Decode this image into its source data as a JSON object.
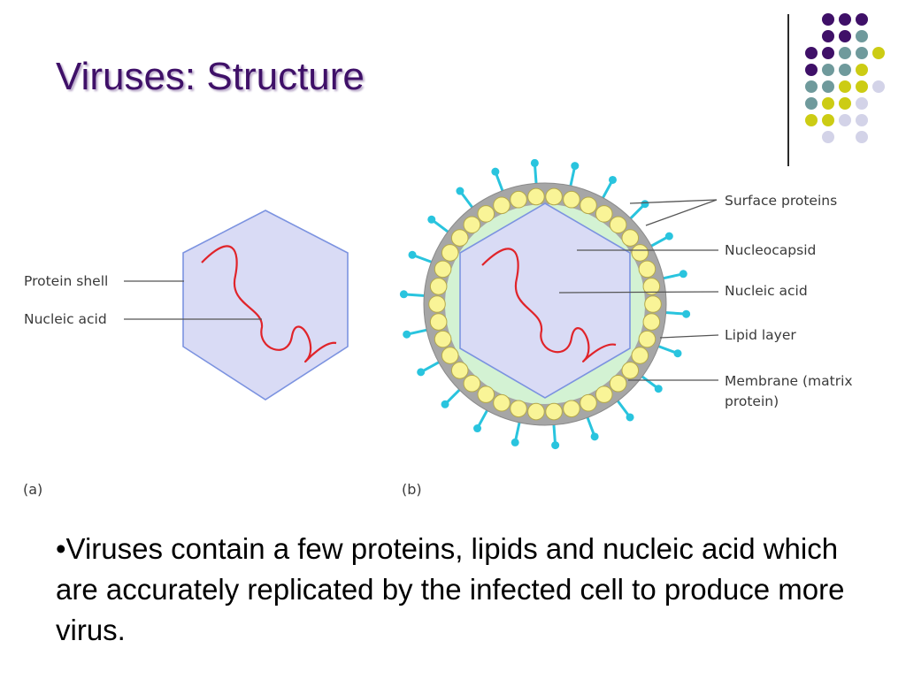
{
  "title": "Viruses: Structure",
  "colors": {
    "title": "#3f1068",
    "dot_purple": "#3f1068",
    "dot_teal": "#6f9a9c",
    "dot_yellow": "#cccc14",
    "dot_lavender": "#d3d3e8",
    "capsid_fill": "#d9dbf5",
    "capsid_edge": "#7c93e0",
    "nucleic_acid": "#e0242a",
    "envelope_gray": "#a6a6a6",
    "lipid_bead": "#f9f497",
    "matrix_green": "#d3f2d3",
    "spike": "#29c4de"
  },
  "figure": {
    "panel_a": {
      "caption": "(a)",
      "labels": [
        "Protein shell",
        "Nucleic acid"
      ]
    },
    "panel_b": {
      "caption": "(b)",
      "labels": [
        "Surface proteins",
        "Nucleocapsid",
        "Nucleic acid",
        "Lipid layer",
        "Membrane (matrix",
        "protein)"
      ]
    }
  },
  "body_text": "•Viruses contain a few proteins, lipids and nucleic acid which are accurately replicated by the infected cell to produce more virus."
}
